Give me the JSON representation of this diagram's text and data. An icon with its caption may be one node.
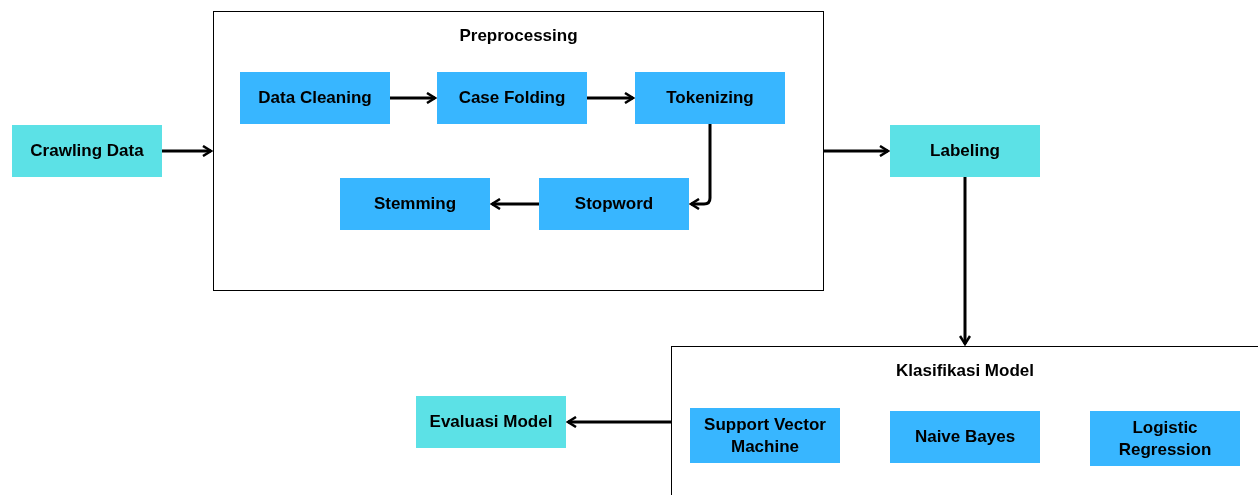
{
  "diagram": {
    "nodes": [
      {
        "text": [
          "Crawling Data"
        ]
      },
      {
        "text": [
          "Preprocessing"
        ]
      },
      {
        "text": [
          "Data Cleaning"
        ],
        "in": 1
      },
      {
        "text": [
          "Case Folding"
        ],
        "in": 1
      },
      {
        "text": [
          "Tokenizing"
        ],
        "in": 1
      },
      {
        "text": [
          "Stopword"
        ],
        "in": 1
      },
      {
        "text": [
          "Stemming"
        ],
        "in": 1
      },
      {
        "text": [
          "Labeling"
        ]
      },
      {
        "text": [
          "Klasifikasi Model"
        ]
      },
      {
        "text": [
          "Support Vector Machine"
        ],
        "in": 8
      },
      {
        "text": [
          "Naive Bayes"
        ],
        "in": 8
      },
      {
        "text": [
          "Logistic Regression"
        ],
        "in": 8
      },
      {
        "text": [
          "Evaluasi Model"
        ]
      }
    ],
    "edges": [
      {
        "from": 0,
        "to": 1,
        "arrow": "to"
      },
      {
        "from": 2,
        "to": 3,
        "arrow": "to"
      },
      {
        "from": 3,
        "to": 4,
        "arrow": "to"
      },
      {
        "from": 4,
        "to": 5,
        "arrow": "to"
      },
      {
        "from": 5,
        "to": 6,
        "arrow": "to"
      },
      {
        "from": 1,
        "to": 7,
        "arrow": "to"
      },
      {
        "from": 7,
        "to": 8,
        "arrow": "to"
      },
      {
        "from": 8,
        "to": 12,
        "arrow": "to"
      }
    ]
  }
}
